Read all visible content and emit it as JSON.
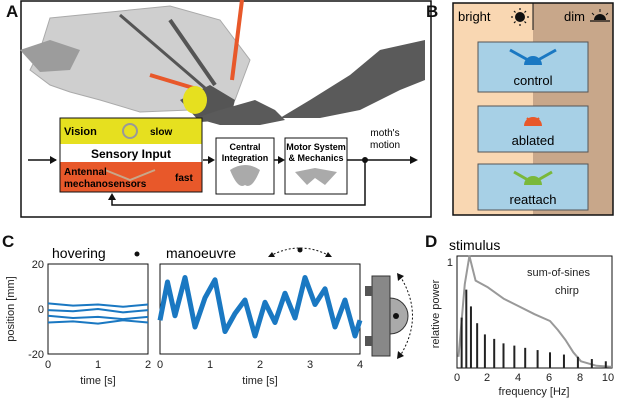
{
  "panel_labels": [
    "A",
    "B",
    "C",
    "D"
  ],
  "panel_a": {
    "sensory": {
      "vision": "Vision",
      "slow": "slow",
      "input": "Sensory Input",
      "antennal_line1": "Antennal",
      "antennal_line2": "mechanosensors",
      "fast": "fast"
    },
    "central_line1": "Central",
    "central_line2": "Integration",
    "motor_line1": "Motor System",
    "motor_line2": "& Mechanics",
    "output_line1": "moth's",
    "output_line2": "motion"
  },
  "panel_b": {
    "bright_label": "bright",
    "dim_label": "dim",
    "conditions": [
      "control",
      "ablated",
      "reattach"
    ]
  },
  "panel_c": {
    "hover_title": "hovering",
    "manoeuvre_title": "manoeuvre",
    "ylabel": "position [mm]",
    "xlabel": "time [s]",
    "hover_yticks": [
      "20",
      "0",
      "-20"
    ],
    "hover_xticks": [
      "0",
      "1",
      "2"
    ],
    "man_xticks": [
      "0",
      "1",
      "2",
      "3",
      "4"
    ]
  },
  "panel_d": {
    "title": "stimulus",
    "legend_sos": "sum-of-sines",
    "legend_chirp": "chirp",
    "ylabel": "relative power",
    "xlabel": "frequency [Hz]",
    "ytick": "1",
    "xticks": [
      "0",
      "2",
      "4",
      "6",
      "8",
      "10"
    ]
  },
  "colors": {
    "orange": "#e8582a",
    "yellow": "#e6e01f",
    "trace_blue": "#1a78c2",
    "bright_bg": "#f9d7b2",
    "dim_bg": "#c8a78a",
    "box_blue": "#a7d0e6",
    "control_blue": "#1a78c2",
    "ablated_orange": "#e8582a",
    "reattach_green": "#7ab83a"
  },
  "chart_data": [
    {
      "type": "line",
      "panel": "C-hovering",
      "xlabel": "time [s]",
      "ylabel": "position [mm]",
      "xlim": [
        0,
        2
      ],
      "ylim": [
        -20,
        20
      ],
      "series": [
        {
          "values": [
            [
              0,
              2.5
            ],
            [
              0.5,
              1.5
            ],
            [
              1,
              2.0
            ],
            [
              1.5,
              1.0
            ],
            [
              2,
              2.0
            ]
          ]
        },
        {
          "values": [
            [
              0,
              -0.5
            ],
            [
              0.5,
              -1.0
            ],
            [
              1,
              0.0
            ],
            [
              1.5,
              -1.5
            ],
            [
              2,
              -0.5
            ]
          ]
        },
        {
          "values": [
            [
              0,
              -3.0
            ],
            [
              0.5,
              -4.0
            ],
            [
              1,
              -3.5
            ],
            [
              1.5,
              -4.5
            ],
            [
              2,
              -3.5
            ]
          ]
        },
        {
          "values": [
            [
              0,
              -6.0
            ],
            [
              0.5,
              -5.5
            ],
            [
              1,
              -6.5
            ],
            [
              1.5,
              -5.0
            ],
            [
              2,
              -6.0
            ]
          ]
        }
      ]
    },
    {
      "type": "line",
      "panel": "C-manoeuvre",
      "xlabel": "time [s]",
      "xlim": [
        0,
        4
      ],
      "ylim": [
        -20,
        20
      ],
      "series": [
        {
          "values": [
            [
              0,
              -5
            ],
            [
              0.15,
              12
            ],
            [
              0.3,
              -3
            ],
            [
              0.5,
              14
            ],
            [
              0.7,
              -8
            ],
            [
              0.9,
              5
            ],
            [
              1.1,
              13
            ],
            [
              1.3,
              -10
            ],
            [
              1.5,
              -2
            ],
            [
              1.7,
              4
            ],
            [
              1.9,
              -12
            ],
            [
              2.1,
              3
            ],
            [
              2.3,
              -6
            ],
            [
              2.5,
              7
            ],
            [
              2.7,
              -4
            ],
            [
              2.9,
              14
            ],
            [
              3.1,
              2
            ],
            [
              3.3,
              9
            ],
            [
              3.5,
              -8
            ],
            [
              3.7,
              4
            ],
            [
              3.9,
              -12
            ],
            [
              4,
              -5
            ]
          ]
        }
      ]
    },
    {
      "type": "line",
      "panel": "D",
      "xlabel": "frequency [Hz]",
      "ylabel": "relative power",
      "xlim": [
        0,
        10
      ],
      "ylim": [
        0,
        1
      ],
      "series": [
        {
          "name": "chirp",
          "values": [
            [
              0.1,
              0.1
            ],
            [
              0.5,
              0.75
            ],
            [
              0.8,
              1.0
            ],
            [
              1.2,
              0.78
            ],
            [
              2,
              0.72
            ],
            [
              3,
              0.62
            ],
            [
              4,
              0.55
            ],
            [
              5,
              0.48
            ],
            [
              6,
              0.42
            ],
            [
              6.5,
              0.34
            ],
            [
              7,
              0.25
            ],
            [
              7.5,
              0.14
            ],
            [
              8,
              0.06
            ],
            [
              9,
              0.02
            ],
            [
              10,
              0.01
            ]
          ]
        },
        {
          "name": "sum-of-sines",
          "values": [
            [
              0.3,
              0.45
            ],
            [
              0.6,
              0.7
            ],
            [
              0.9,
              0.55
            ],
            [
              1.3,
              0.4
            ],
            [
              1.8,
              0.3
            ],
            [
              2.4,
              0.26
            ],
            [
              3.0,
              0.22
            ],
            [
              3.7,
              0.2
            ],
            [
              4.4,
              0.18
            ],
            [
              5.2,
              0.16
            ],
            [
              6.0,
              0.14
            ],
            [
              6.9,
              0.12
            ],
            [
              7.8,
              0.1
            ],
            [
              8.7,
              0.08
            ],
            [
              9.6,
              0.06
            ]
          ]
        }
      ]
    }
  ]
}
